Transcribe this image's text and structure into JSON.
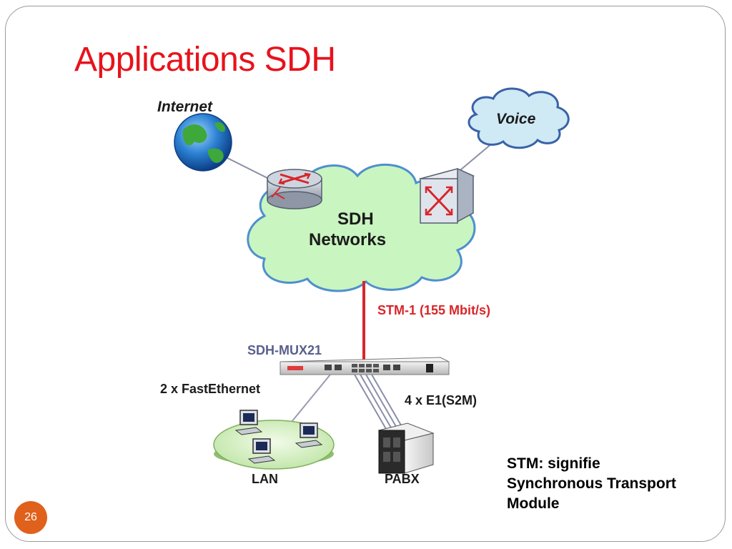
{
  "slide": {
    "title": "Applications SDH",
    "page_number": "26"
  },
  "diagram": {
    "internet_label": "Internet",
    "voice_label": "Voice",
    "network_line1": "SDH",
    "network_line2": "Networks",
    "link_label": "STM-1 (155 Mbit/s)",
    "mux_label": "SDH-MUX21",
    "ethernet_label": "2 x FastEthernet",
    "e1_label": "4 x E1(S2M)",
    "lan_label": "LAN",
    "pabx_label": "PABX",
    "colors": {
      "title": "#e8121b",
      "cloud_fill": "#c9f5c0",
      "voice_cloud_fill": "#cfe9f5",
      "link_line": "#d8262a",
      "mux_label": "#5a5f8c",
      "badge": "#e0611b"
    }
  },
  "note": {
    "line1": "STM: signifie",
    "line2": "Synchronous Transport",
    "line3": "Module"
  }
}
